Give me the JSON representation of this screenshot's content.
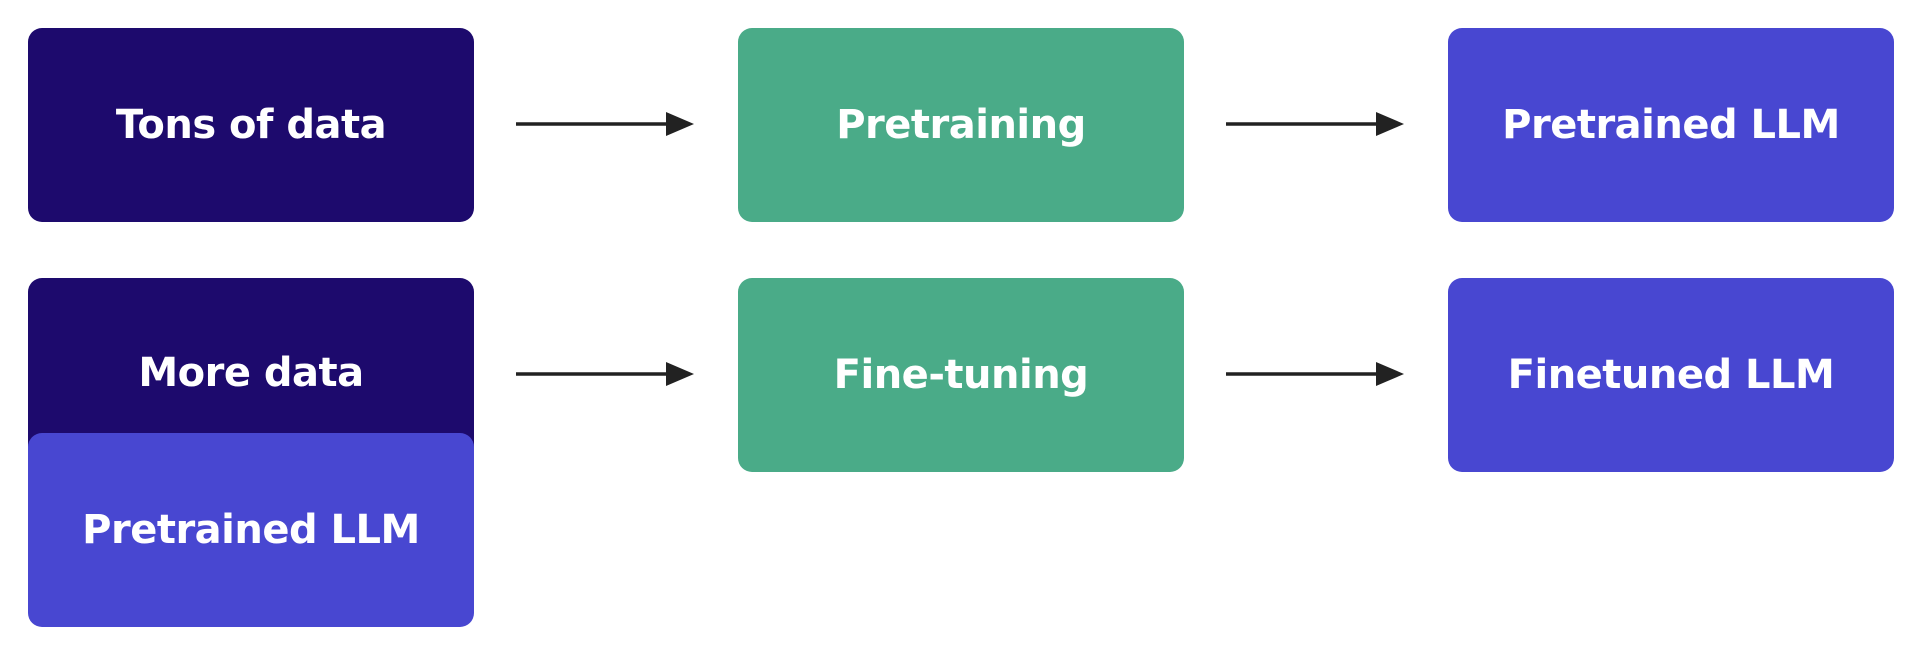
{
  "pretraining_row": {
    "input_label": "Tons of data",
    "process_label": "Pretraining",
    "output_label": "Pretrained LLM"
  },
  "finetuning_row": {
    "input_top_label": "More data",
    "input_bottom_label": "Pretrained LLM",
    "process_label": "Fine-tuning",
    "output_label": "Finetuned LLM"
  },
  "colors": {
    "data_box": "#1d0a6d",
    "process_box": "#4aab88",
    "model_box": "#4847d1",
    "arrow": "#222222",
    "text": "#ffffff"
  }
}
